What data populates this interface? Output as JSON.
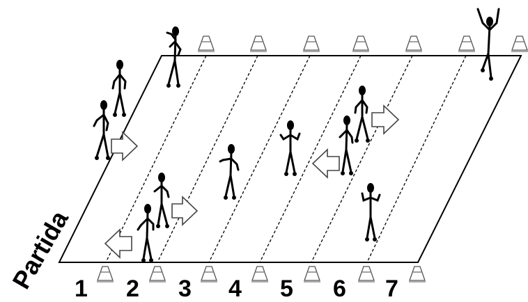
{
  "start_label": "Partida",
  "lane_numbers": [
    "1",
    "2",
    "3",
    "4",
    "5",
    "6",
    "7"
  ],
  "cone_icon": "traffic-cone-icon",
  "arrow_icon": "direction-arrow-icon",
  "figure_icon": "stick-figure-icon",
  "colors": {
    "line": "#000000",
    "cone": "#555555",
    "background": "#ffffff"
  }
}
